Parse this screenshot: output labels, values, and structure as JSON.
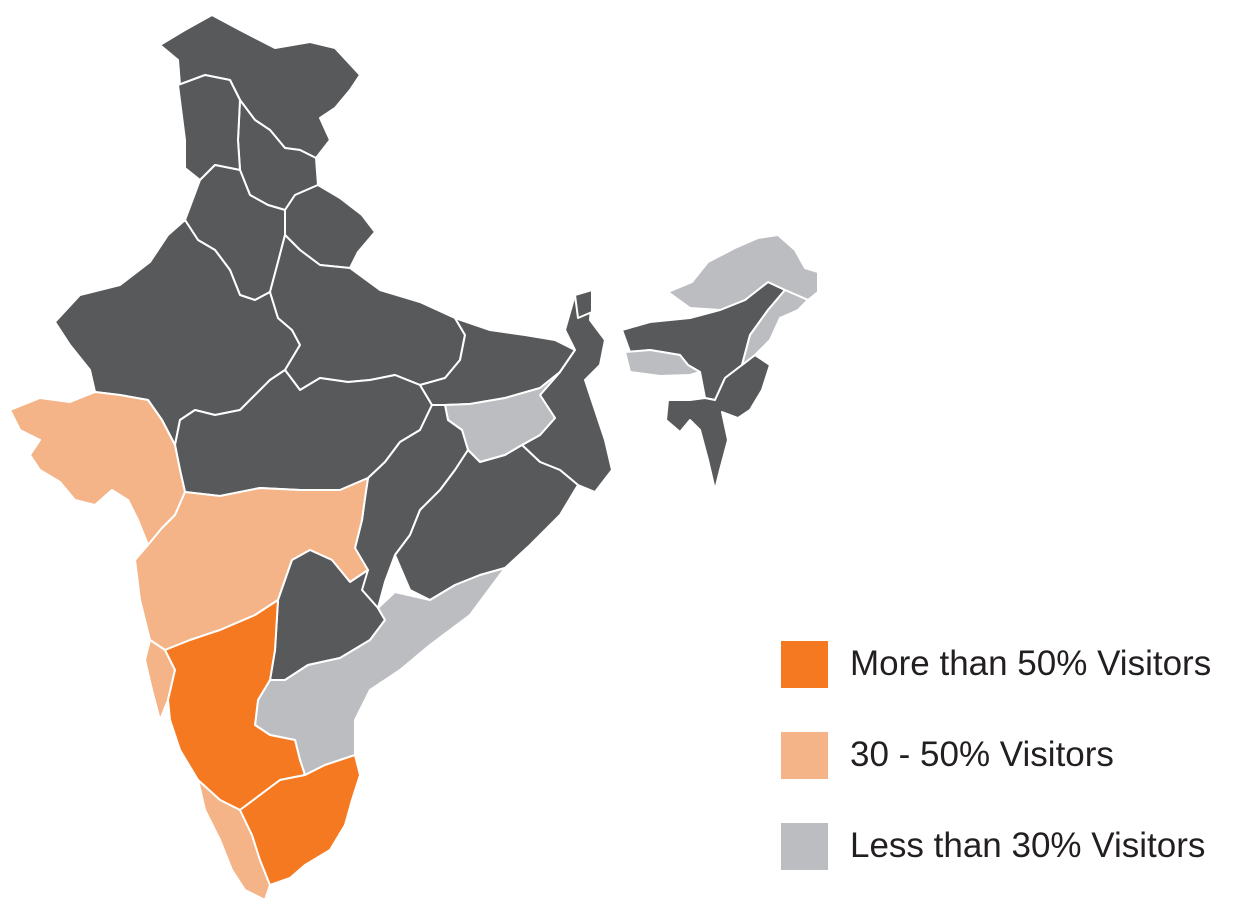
{
  "colors": {
    "high": "#f47920",
    "medium": "#f4b488",
    "low": "#bcbdc0",
    "none": "#58595b",
    "border": "#ffffff"
  },
  "legend": [
    {
      "label": "More than 50% Visitors",
      "category": "high"
    },
    {
      "label": "30 - 50% Visitors",
      "category": "medium"
    },
    {
      "label": "Less than 30% Visitors",
      "category": "low"
    }
  ],
  "regions": [
    {
      "name": "jammu-kashmir",
      "category": "none"
    },
    {
      "name": "himachal-pradesh",
      "category": "none"
    },
    {
      "name": "punjab",
      "category": "none"
    },
    {
      "name": "uttarakhand",
      "category": "none"
    },
    {
      "name": "haryana",
      "category": "none"
    },
    {
      "name": "rajasthan",
      "category": "none"
    },
    {
      "name": "uttar-pradesh",
      "category": "none"
    },
    {
      "name": "madhya-pradesh",
      "category": "none"
    },
    {
      "name": "bihar",
      "category": "none"
    },
    {
      "name": "west-bengal",
      "category": "none"
    },
    {
      "name": "chhattisgarh",
      "category": "none"
    },
    {
      "name": "odisha",
      "category": "none"
    },
    {
      "name": "telangana",
      "category": "none"
    },
    {
      "name": "sikkim",
      "category": "none"
    },
    {
      "name": "assam",
      "category": "none"
    },
    {
      "name": "northeast-south",
      "category": "none"
    },
    {
      "name": "jharkhand",
      "category": "low"
    },
    {
      "name": "arunachal-pradesh",
      "category": "low"
    },
    {
      "name": "meghalaya",
      "category": "low"
    },
    {
      "name": "nagaland-manipur",
      "category": "low"
    },
    {
      "name": "andhra-pradesh",
      "category": "low"
    },
    {
      "name": "gujarat",
      "category": "medium"
    },
    {
      "name": "maharashtra",
      "category": "medium"
    },
    {
      "name": "goa-konkan",
      "category": "medium"
    },
    {
      "name": "kerala",
      "category": "medium"
    },
    {
      "name": "karnataka",
      "category": "high"
    },
    {
      "name": "tamil-nadu",
      "category": "high"
    }
  ]
}
